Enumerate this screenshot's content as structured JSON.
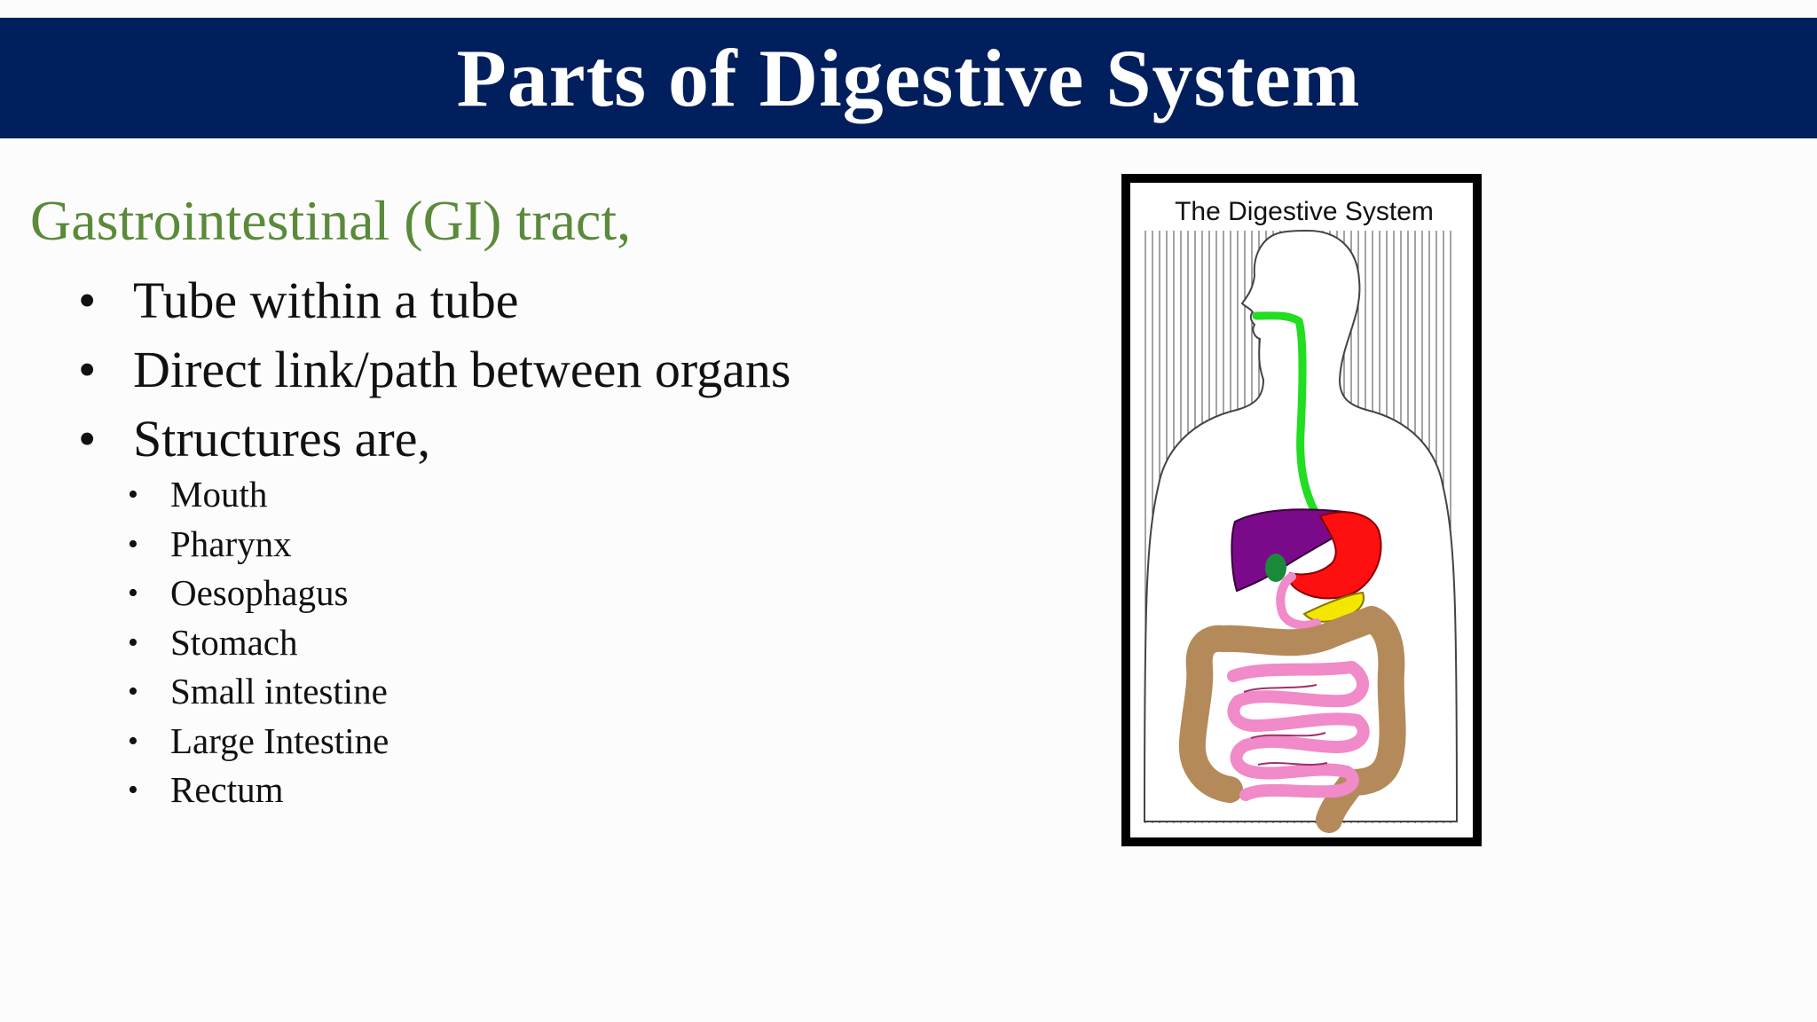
{
  "title": "Parts of Digestive System",
  "subhead": "Gastrointestinal (GI) tract,",
  "bullets": [
    "Tube within a tube",
    "Direct link/path between organs",
    "Structures are,"
  ],
  "structures": [
    "Mouth",
    "Pharynx",
    "Oesophagus",
    "Stomach",
    "Small intestine",
    "Large Intestine",
    "Rectum"
  ],
  "figure": {
    "caption": "The Digestive System",
    "colors": {
      "esophagus": "#22dd22",
      "liver": "#7a0a8a",
      "stomach": "#ff1010",
      "pancreas": "#f5e600",
      "gallbladder": "#1a8a3a",
      "large_intestine": "#b48a5a",
      "small_intestine": "#f08ac8"
    }
  },
  "bullet_glyph": "•"
}
